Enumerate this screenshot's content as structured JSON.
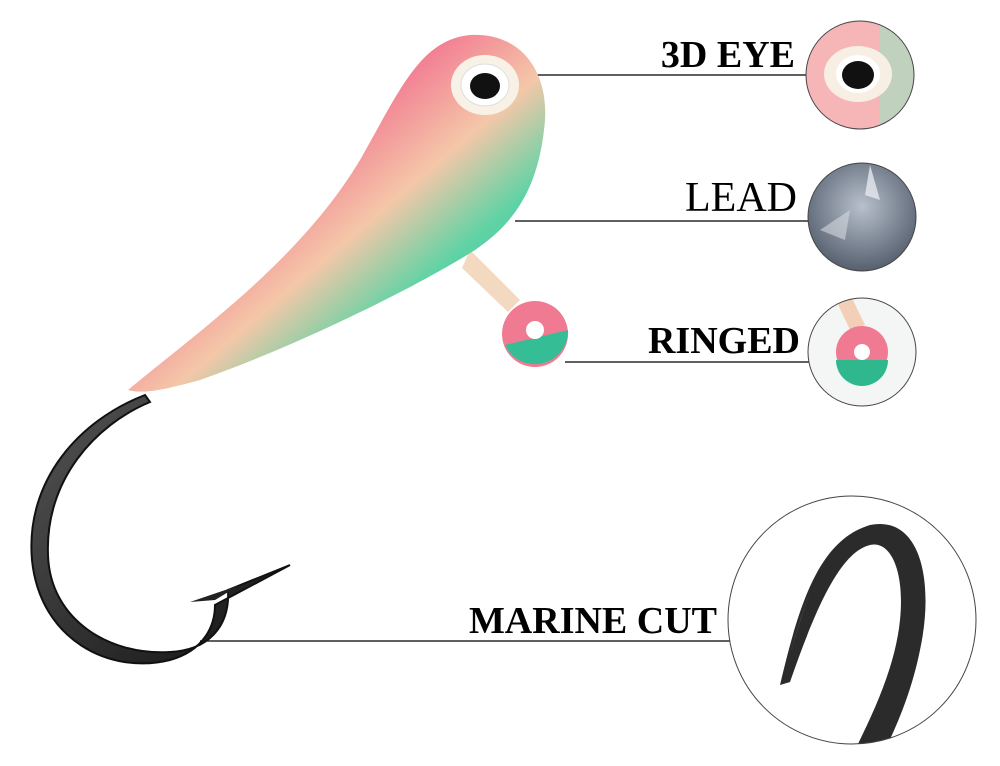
{
  "labels": {
    "eye": "3D EYE",
    "lead": "LEAD",
    "ringed": "RINGED",
    "hook": "MARINE CUT"
  },
  "colors": {
    "pink": "#f0708e",
    "green": "#3fc59a",
    "hook": "#2a2a2a",
    "lead": "#8a94a6"
  }
}
